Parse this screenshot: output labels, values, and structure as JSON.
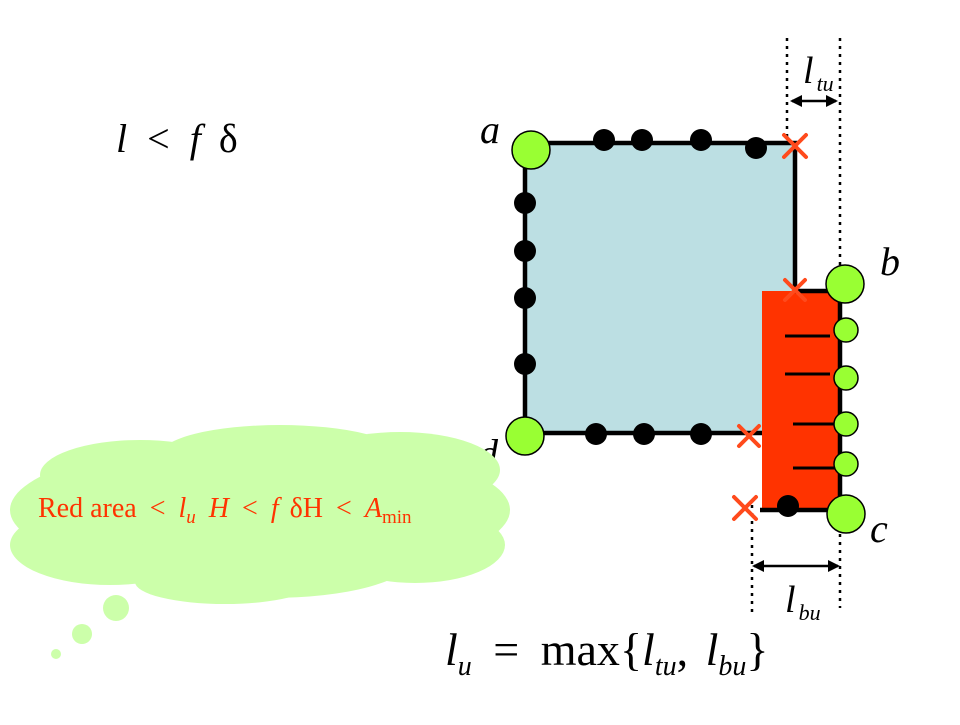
{
  "slide": {
    "condition": {
      "l": "l",
      "lt": "<",
      "f": "f",
      "delta": "δ"
    },
    "vertex_labels": {
      "a": "a",
      "b": "b",
      "c": "c",
      "d": "d"
    },
    "dimension_labels": {
      "top": {
        "base": "l",
        "sub": "tu"
      },
      "bottom": {
        "base": "l",
        "sub": "bu"
      }
    },
    "thought_bubble": {
      "red_area_label": "Red area",
      "lt1": "<",
      "lu_base": "l",
      "lu_sub": "u",
      "H1": "H",
      "lt2": "<",
      "f": "f",
      "delta_H": "δH",
      "lt3": "<",
      "A_base": "A",
      "A_sub": "min"
    },
    "formula": {
      "lhs_base": "l",
      "lhs_sub": "u",
      "eq": "=",
      "max": "max",
      "open": "{",
      "l1_base": "l",
      "l1_sub": "tu",
      "comma": ",",
      "l2_base": "l",
      "l2_sub": "bu",
      "close": "}"
    }
  },
  "colors": {
    "block_fill": "#bcdfe3",
    "red_region": "#ff3300",
    "green_node": "#99ff33",
    "black_node": "#000000",
    "cross": "#ff4a1c",
    "bubble_fill": "#ccffaa",
    "bubble_text": "#ff3300"
  }
}
